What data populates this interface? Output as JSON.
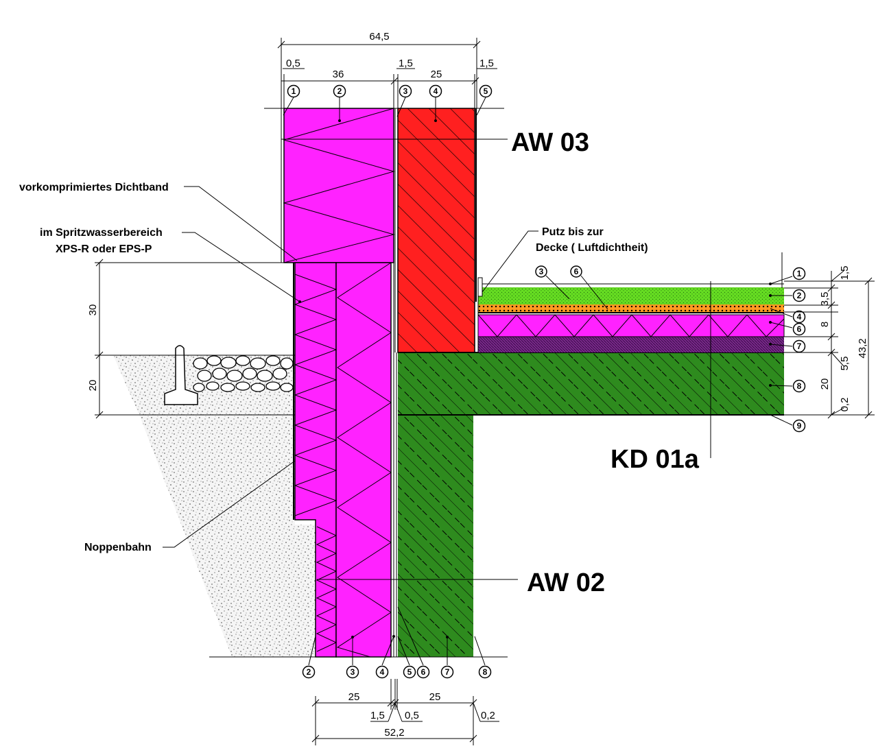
{
  "colors": {
    "insulation": "#ff22ff",
    "brick": "#ff2020",
    "concrete": "#2e8b1e",
    "screed_green": "#66dd22",
    "gravel_orange": "#ff9a22",
    "bitumen_purple": "#7a2a8a",
    "soil": "#f2f2f2"
  },
  "top_dims": {
    "total": "64,5",
    "d1": "0,5",
    "d2": "36",
    "d3": "1,5",
    "d4": "25",
    "d5": "1,5"
  },
  "bottom_dims": {
    "d1": "25",
    "d2": "25",
    "d3": "1,5",
    "d4": "0,5",
    "d5": "0,2",
    "total": "52,2"
  },
  "left_dims": {
    "upper": "30",
    "lower": "20"
  },
  "right_dims": {
    "d1": "1,5",
    "d2": "3,5",
    "d3": "8",
    "d4": "5,5",
    "d5": "20",
    "d6": "0,2",
    "total": "43,2"
  },
  "wall_labels": {
    "aw03": "AW 03",
    "aw02": "AW 02",
    "kd01a": "KD 01a"
  },
  "annotations": {
    "dichtband": "vorkomprimiertes Dichtband",
    "spritz1": "im Spritzwasserbereich",
    "spritz2": "XPS-R oder EPS-P",
    "noppen": "Noppenbahn",
    "putz1": "Putz bis zur",
    "putz2": "Decke  ( Luftdichtheit)"
  },
  "markers": {
    "aw03": [
      "1",
      "2",
      "3",
      "4",
      "5"
    ],
    "floor_top": [
      "3",
      "6"
    ],
    "floor_right": [
      "1",
      "2",
      "4",
      "6",
      "7",
      "8",
      "9"
    ],
    "aw02": [
      "2",
      "3",
      "4",
      "5",
      "6",
      "7",
      "8"
    ]
  }
}
